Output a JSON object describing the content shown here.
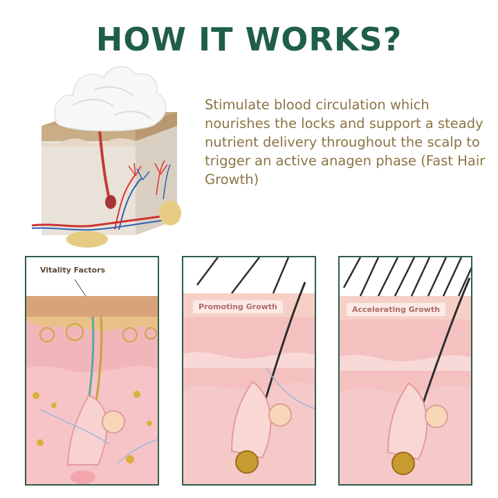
{
  "header": {
    "title": "HOW IT WORKS?"
  },
  "intro": {
    "description": "Stimulate blood circulation which nourishes the locks and support a steady nutrient delivery throughout the scalp to trigger an active anagen phase (Fast Hair Growth)"
  },
  "panels": [
    {
      "label": "Vitality Factors"
    },
    {
      "label": "Promoting Growth"
    },
    {
      "label": "Accelerating Growth"
    }
  ],
  "colors": {
    "title": "#1f5e49",
    "description": "#8a7444",
    "panel_border": "#2c5c4a"
  },
  "icons": {
    "hero": "skin-cross-section-with-foam-illustration"
  }
}
